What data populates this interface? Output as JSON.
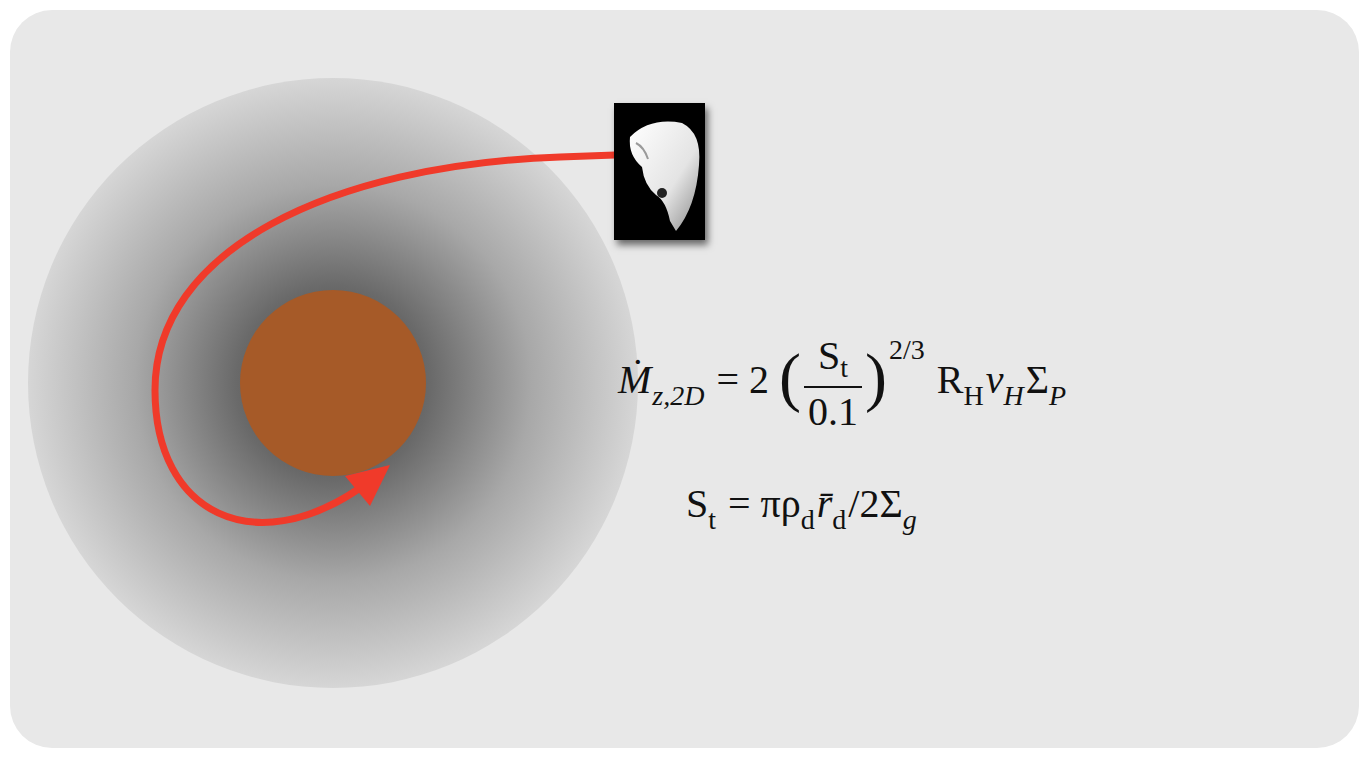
{
  "diagram": {
    "labels": [
      "Ṁ",
      "z,2D",
      "= 2",
      "(",
      "S",
      "t",
      "0.1",
      ")",
      "2/3",
      "R",
      "H",
      "v",
      "H",
      "Σ",
      "P",
      "S",
      "t",
      "= πρ",
      "d",
      "r̄",
      "d",
      "/2Σ",
      "g"
    ]
  }
}
